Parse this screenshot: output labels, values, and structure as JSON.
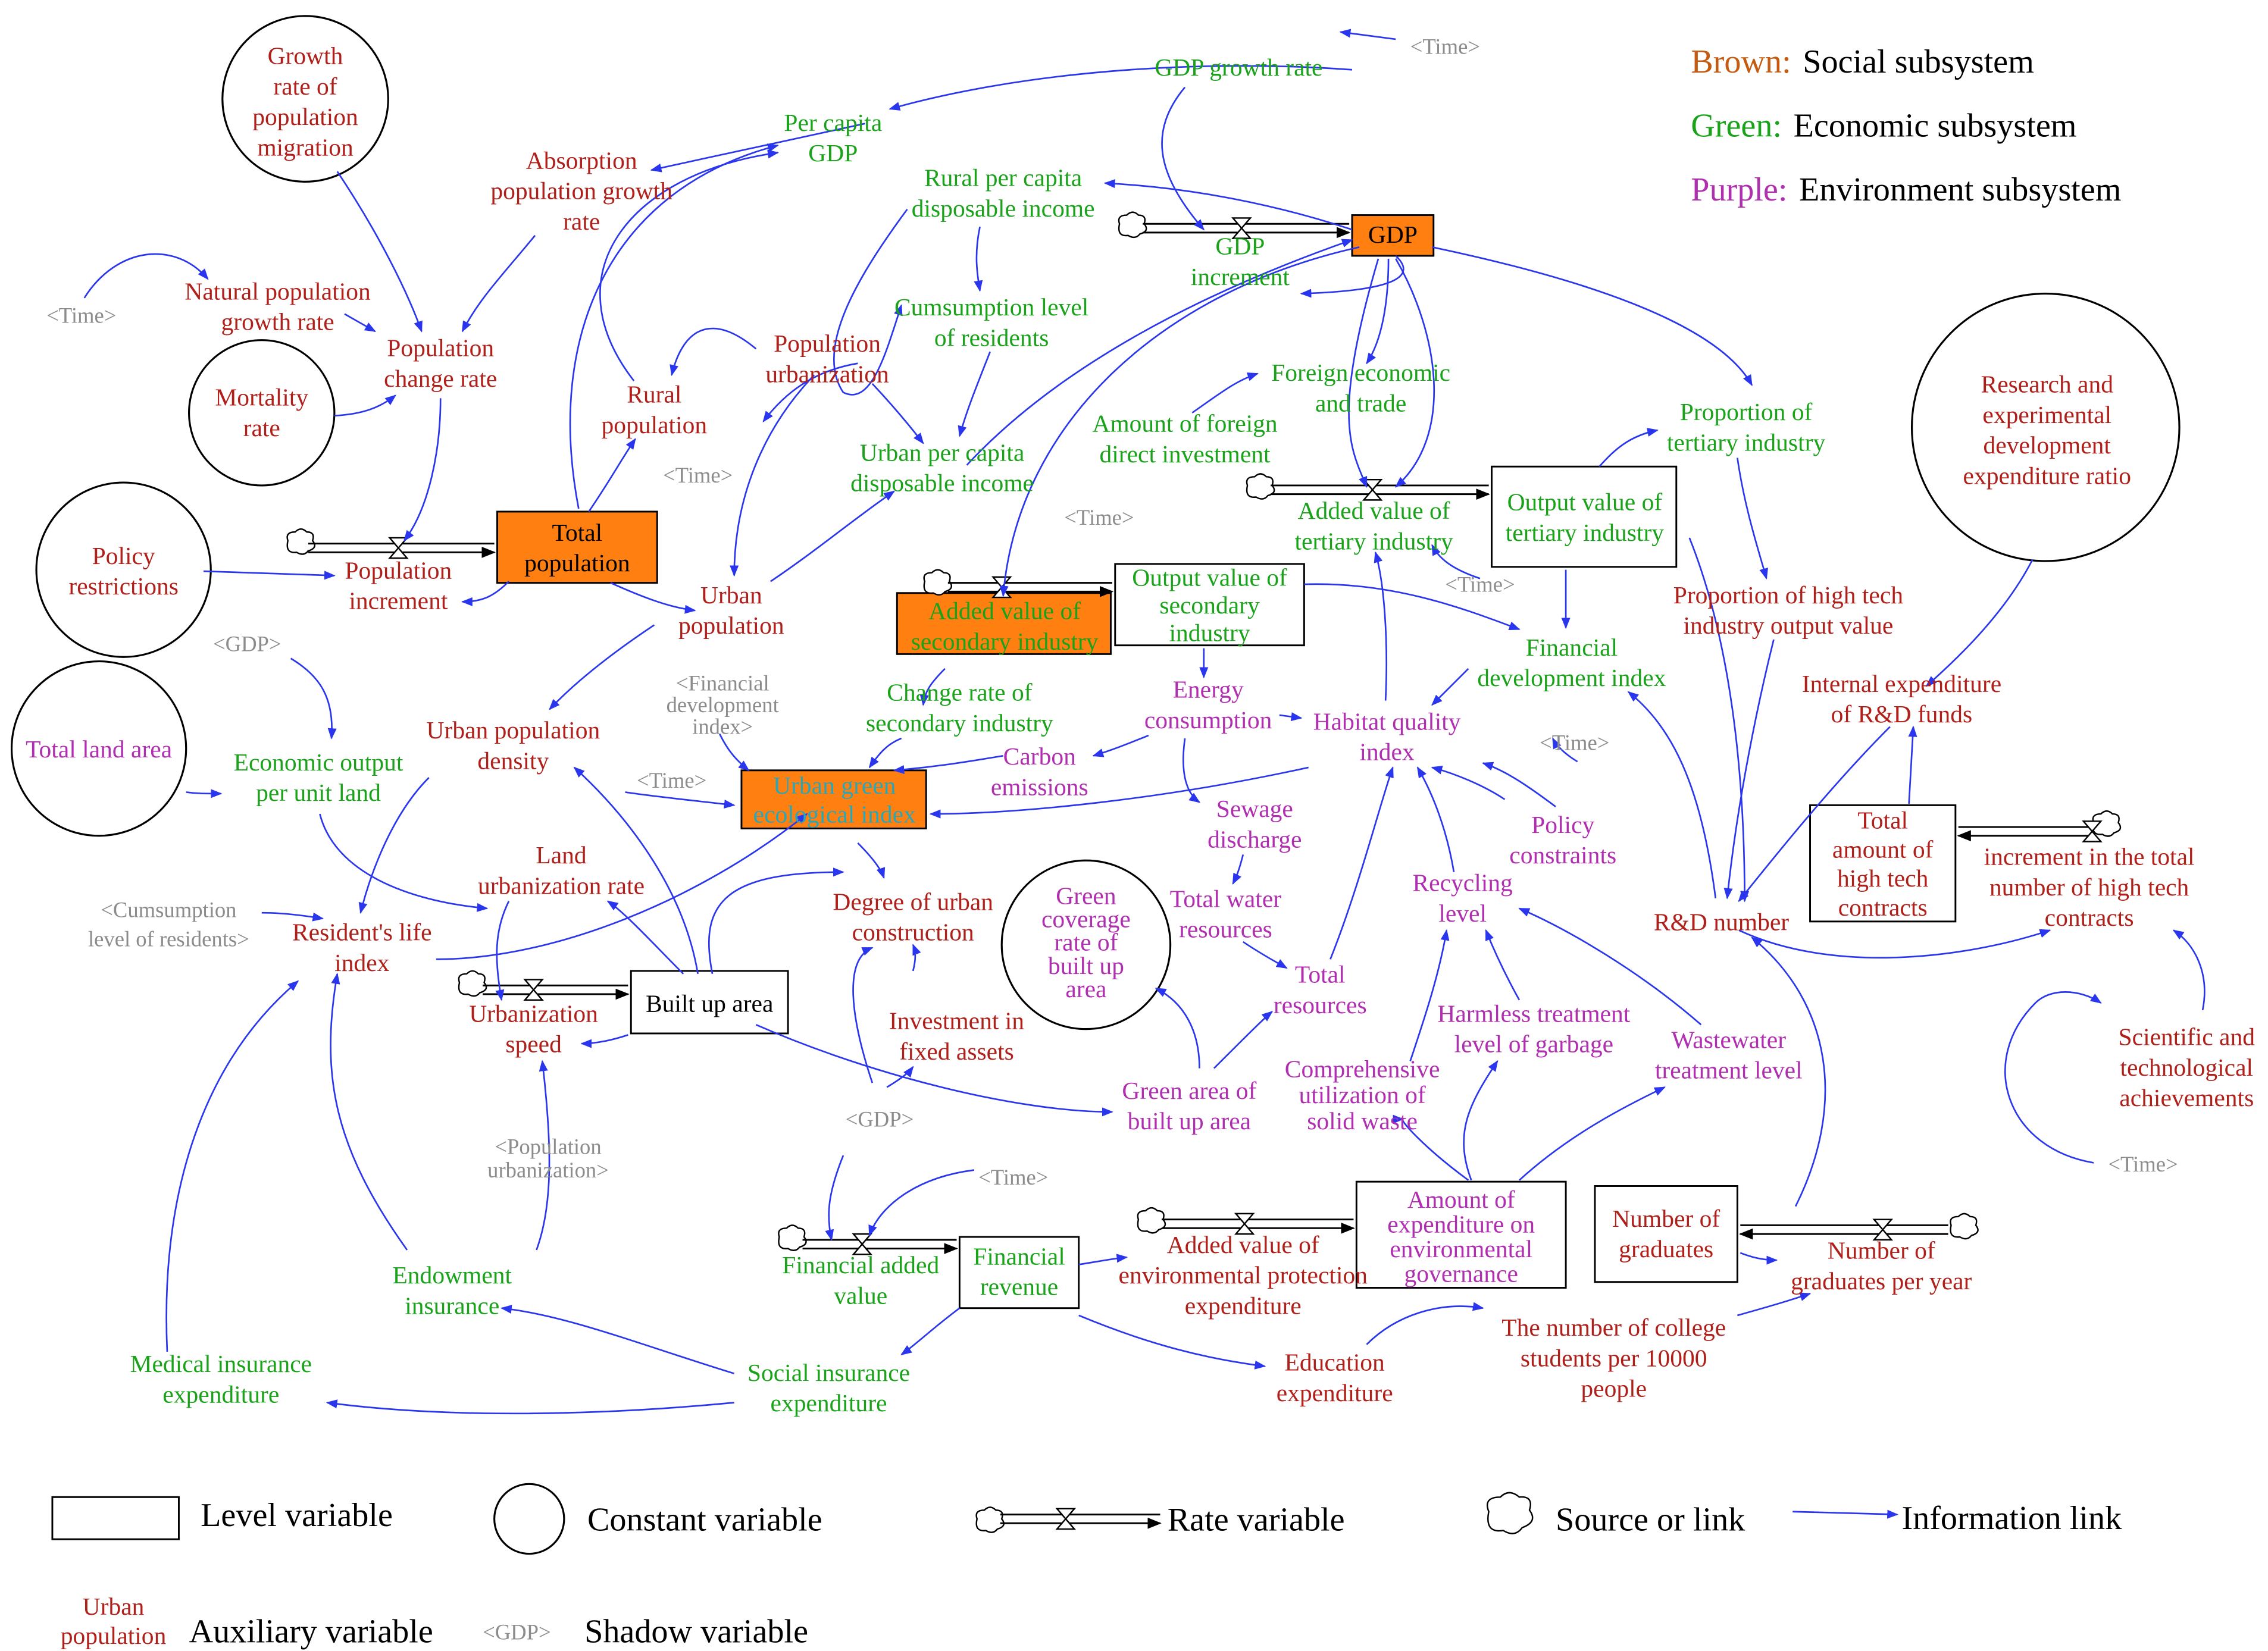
{
  "legend_top": [
    {
      "color_word": "Brown",
      "text": "Social subsystem",
      "color": "#c55a11",
      "sep": ":"
    },
    {
      "color_word": "Green",
      "text": "Economic subsystem",
      "color": "#1aa31a",
      "sep": ":"
    },
    {
      "color_word": "Purple",
      "text": "Environment subsystem",
      "color": "#b02fb0",
      "sep": ":"
    }
  ],
  "legend_bottom": {
    "level": "Level variable",
    "constant": "Constant variable",
    "rate": "Rate variable",
    "source": "Source or link",
    "info": "Information link",
    "aux_sample": [
      "Urban",
      "population"
    ],
    "aux": "Auxiliary variable",
    "shadow_sample": "<GDP>",
    "shadow": "Shadow variable"
  },
  "colors": {
    "link": "#2a36ee",
    "stock_highlight": "#ff7f11",
    "green": "#1aa31a",
    "brown": "#b0201a",
    "purple": "#b02fb0",
    "shadow": "#8c8c8c",
    "target": "#29a7b7"
  },
  "nodes": {
    "growth_migration": [
      "Growth",
      "rate of",
      "population",
      "migration"
    ],
    "absorption": [
      "Absorption",
      "population growth",
      "rate"
    ],
    "per_capita_gdp": [
      "Per capita",
      "GDP"
    ],
    "gdp_growth_rate": [
      "GDP growth rate"
    ],
    "time_top": [
      "<Time>"
    ],
    "rural_pc_income": [
      "Rural per capita",
      "disposable income"
    ],
    "gdp": [
      "GDP"
    ],
    "gdp_increment": [
      "GDP",
      "increment"
    ],
    "natural_pop": [
      "Natural population",
      "growth rate"
    ],
    "time_left": [
      "<Time>"
    ],
    "pop_change_rate": [
      "Population",
      "change rate"
    ],
    "mortality": [
      "Mortality",
      "rate"
    ],
    "consumption_level": [
      "Cumsumption level",
      "of residents"
    ],
    "pop_urbanization": [
      "Population",
      "urbanization"
    ],
    "rural_population": [
      "Rural",
      "population"
    ],
    "time_mid": [
      "<Time>"
    ],
    "urban_pc_income": [
      "Urban per capita",
      "disposable income"
    ],
    "foreign_trade": [
      "Foreign economic",
      "and trade"
    ],
    "foreign_invest": [
      "Amount of foreign",
      "direct investment"
    ],
    "time_mid2": [
      "<Time>"
    ],
    "proportion_tertiary": [
      "Proportion of",
      "tertiary industry"
    ],
    "rd_ratio": [
      "Research and",
      "experimental",
      "development",
      "expenditure ratio"
    ],
    "policy_restrictions": [
      "Policy",
      "restrictions"
    ],
    "pop_increment": [
      "Population",
      "increment"
    ],
    "total_population": [
      "Total",
      "population"
    ],
    "urban_population": [
      "Urban",
      "population"
    ],
    "added_tertiary": [
      "Added value of",
      "tertiary industry"
    ],
    "output_tertiary": [
      "Output value of",
      "tertiary industry"
    ],
    "time_tertiary": [
      "<Time>"
    ],
    "prop_hightech": [
      "Proportion of high tech",
      "industry output value"
    ],
    "gdp_shadow1": [
      "<GDP>"
    ],
    "added_secondary": [
      "Added value of",
      "secondary industry"
    ],
    "output_secondary": [
      "Output value of",
      "secondary",
      "industry"
    ],
    "financial_dev": [
      "Financial",
      "development index"
    ],
    "total_land": [
      "Total land area"
    ],
    "econ_output_land": [
      "Economic output",
      "per unit land"
    ],
    "urban_pop_density": [
      "Urban population",
      "density"
    ],
    "fin_dev_shadow": [
      "<Financial",
      "development",
      "index>"
    ],
    "change_rate_secondary": [
      "Change rate of",
      "secondary industry"
    ],
    "energy": [
      "Energy",
      "consumption"
    ],
    "habitat": [
      "Habitat quality",
      "index"
    ],
    "internal_rd": [
      "Internal expenditure",
      "of R&D funds"
    ],
    "carbon": [
      "Carbon",
      "emissions"
    ],
    "time_ugei": [
      "<Time>"
    ],
    "ugei": [
      "Urban green",
      "ecological index"
    ],
    "sewage": [
      "Sewage",
      "discharge"
    ],
    "time_policy": [
      "<Time>"
    ],
    "policy_constraints": [
      "Policy",
      "constraints"
    ],
    "total_hightech": [
      "Total",
      "amount of",
      "high tech",
      "contracts"
    ],
    "increment_hightech": [
      "increment in the total",
      "number of high tech",
      "contracts"
    ],
    "land_urbanization": [
      "Land",
      "urbanization rate"
    ],
    "consumption_shadow": [
      "<Cumsumption",
      "level of residents>"
    ],
    "resident_life": [
      "Resident's life",
      "index"
    ],
    "degree_urban": [
      "Degree of urban",
      "construction"
    ],
    "green_coverage": [
      "Green",
      "coverage",
      "rate of",
      "built up",
      "area"
    ],
    "total_water": [
      "Total water",
      "resources"
    ],
    "recycling": [
      "Recycling",
      "level"
    ],
    "rd_number": [
      "R&D number"
    ],
    "scientific": [
      "Scientific and",
      "technological",
      "achievements"
    ],
    "urbanization_speed": [
      "Urbanization",
      "speed"
    ],
    "built_up": [
      "Built up area"
    ],
    "total_resources": [
      "Total",
      "resources"
    ],
    "investment_fixed": [
      "Investment in",
      "fixed assets"
    ],
    "harmless": [
      "Harmless treatment",
      "level of garbage"
    ],
    "comprehensive": [
      "Comprehensive",
      "utilization of",
      "solid waste"
    ],
    "wastewater": [
      "Wastewater",
      "treatment level"
    ],
    "green_area": [
      "Green area of",
      "built up area"
    ],
    "gdp_shadow2": [
      "<GDP>"
    ],
    "pop_urb_shadow": [
      "<Population",
      "urbanization>"
    ],
    "time_sci": [
      "<Time>"
    ],
    "time_fin": [
      "<Time>"
    ],
    "amount_env": [
      "Amount of",
      "expenditure on",
      "environmental",
      "governance"
    ],
    "number_grad": [
      "Number of",
      "graduates"
    ],
    "financial_added": [
      "Financial added",
      "value"
    ],
    "financial_revenue": [
      "Financial",
      "revenue"
    ],
    "added_env": [
      "Added value of",
      "environmental protection",
      "expenditure"
    ],
    "graduates_year": [
      "Number of",
      "graduates per year"
    ],
    "endowment": [
      "Endowment",
      "insurance"
    ],
    "college_students": [
      "The number of college",
      "students per 10000",
      "people"
    ],
    "medical": [
      "Medical insurance",
      "expenditure"
    ],
    "education": [
      "Education",
      "expenditure"
    ],
    "social_insurance": [
      "Social insurance",
      "expenditure"
    ]
  }
}
